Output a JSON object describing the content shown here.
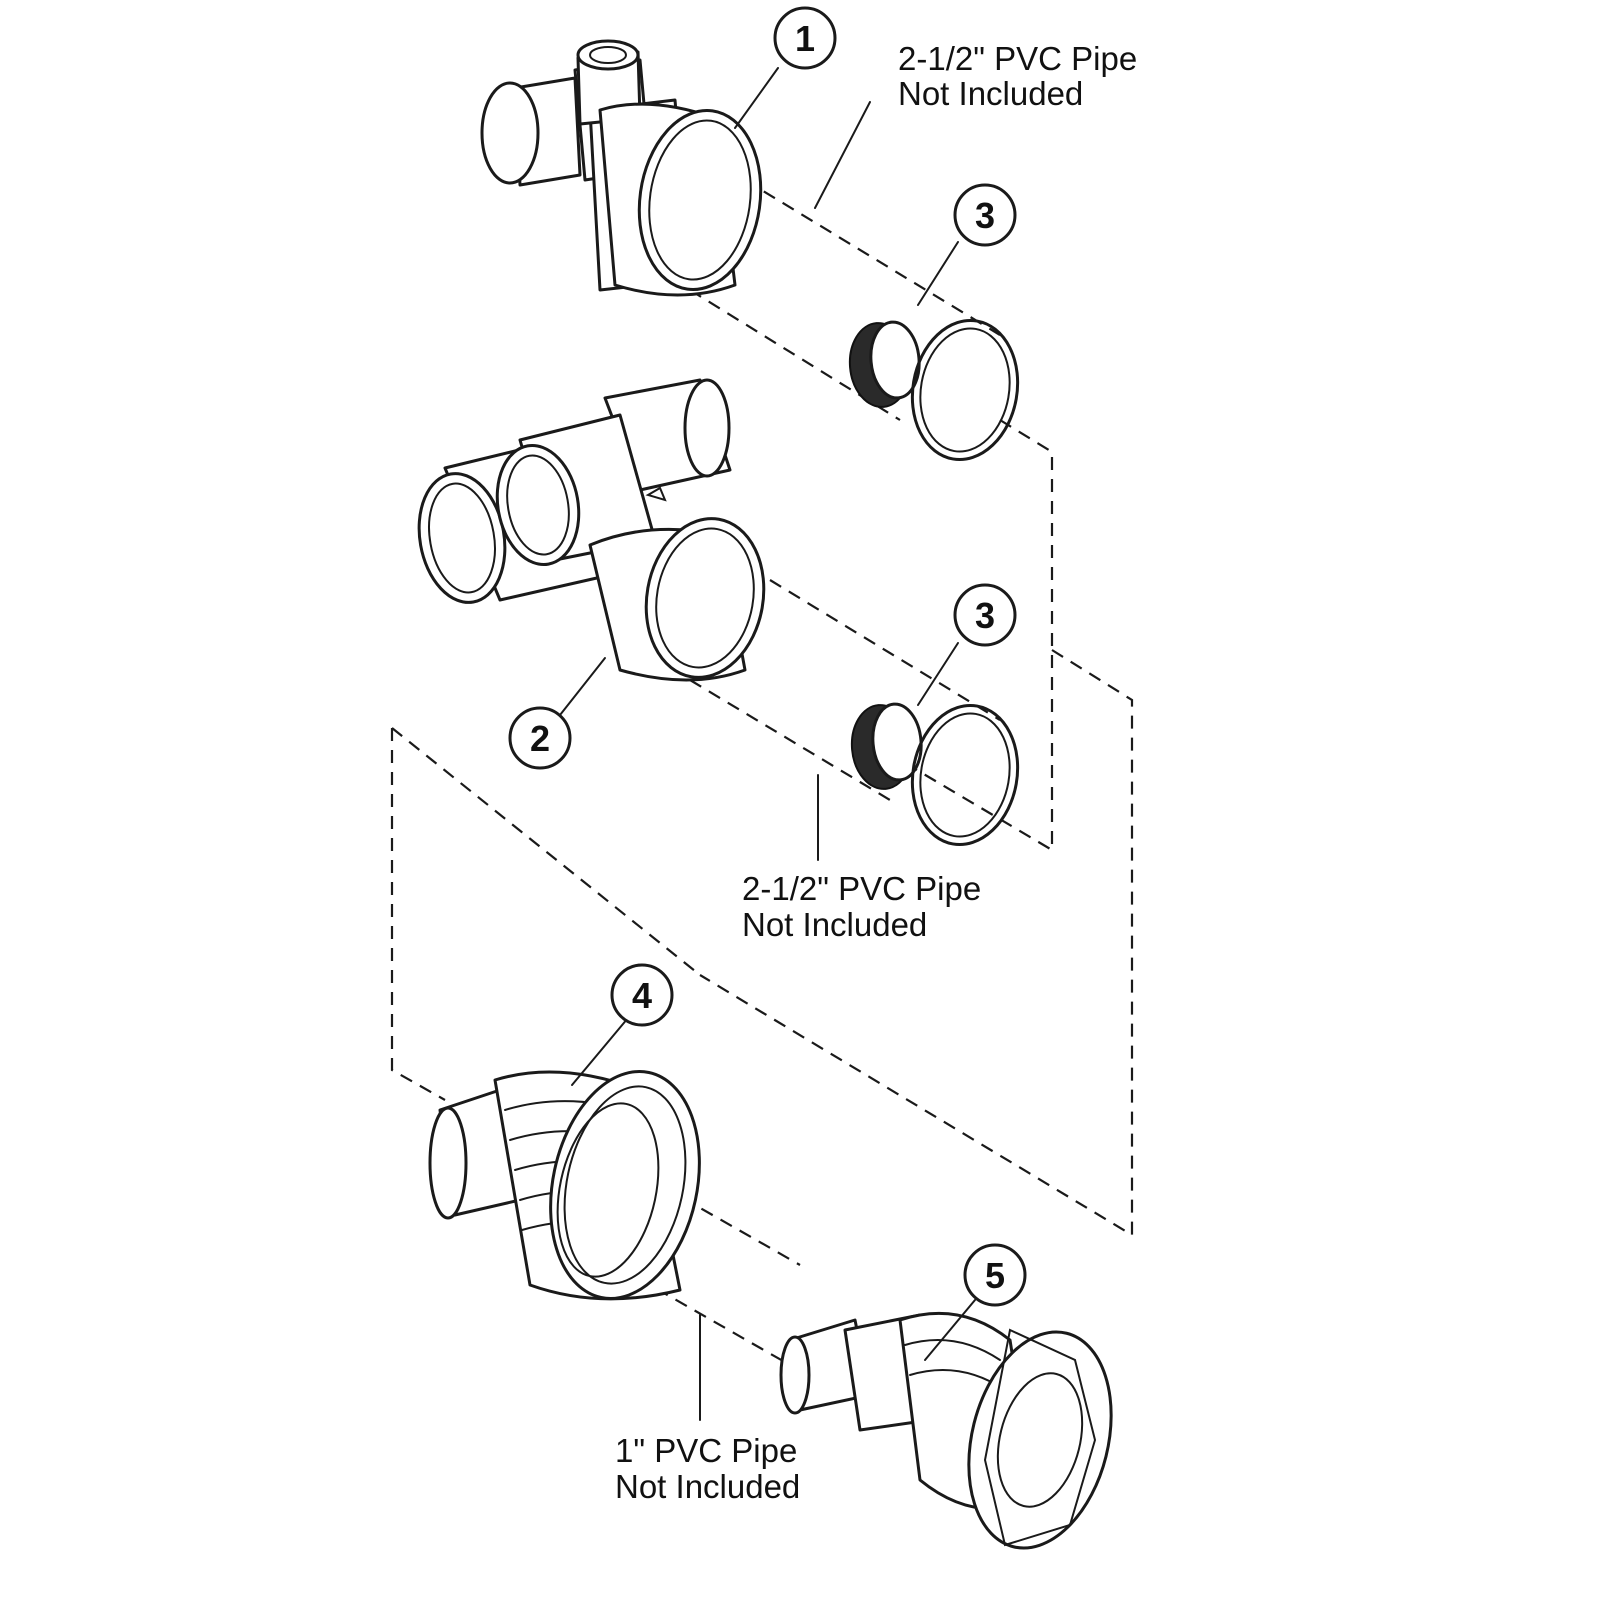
{
  "callouts": [
    {
      "number": "1"
    },
    {
      "number": "2"
    },
    {
      "number": "3"
    },
    {
      "number": "3"
    },
    {
      "number": "4"
    },
    {
      "number": "5"
    }
  ],
  "notes": {
    "pipe_top": {
      "line1": "2-1/2\" PVC Pipe",
      "line2": "Not Included"
    },
    "pipe_middle": {
      "line1": "2-1/2\" PVC Pipe",
      "line2": "Not Included"
    },
    "pipe_bottom": {
      "line1": "1\" PVC Pipe",
      "line2": "Not Included"
    }
  }
}
